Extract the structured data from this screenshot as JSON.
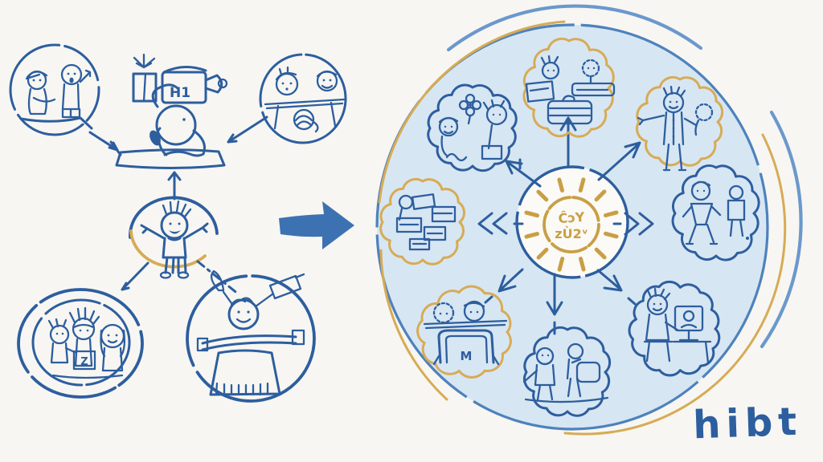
{
  "colors": {
    "background": "#f7f6f2",
    "ink_blue": "#2d5e9e",
    "bold_arrow_blue": "#3d72b2",
    "accent_yellow": "#d7ab55",
    "sun_yellow": "#c99f45",
    "big_circle_fill": "#d7e6f3",
    "center_circle_fill": "#fbfaf6"
  },
  "left_diagram": {
    "node_names": [
      "parents-talking-bubble",
      "dog-with-gift-and-horn-box-on-table",
      "couple-at-table-bubble",
      "child-hub",
      "family-group-bubble",
      "scarecrow-bubble"
    ],
    "dog_box_label": "H1",
    "family_book_label": "Z"
  },
  "transform_arrow": "right-arrow",
  "right_diagram": {
    "center_sun_text": {
      "line1": "ĈɔY",
      "line2": "zÙ2ᵛ"
    },
    "bubble_names": [
      "pair-sharing-documents",
      "kids-with-flower",
      "parent-lifting-child",
      "pile-of-goods",
      "two-neighbors-standing",
      "heads-at-gate",
      "travelers-walking",
      "person-video-calling"
    ],
    "gate_label": "M"
  },
  "signature": "hibt"
}
